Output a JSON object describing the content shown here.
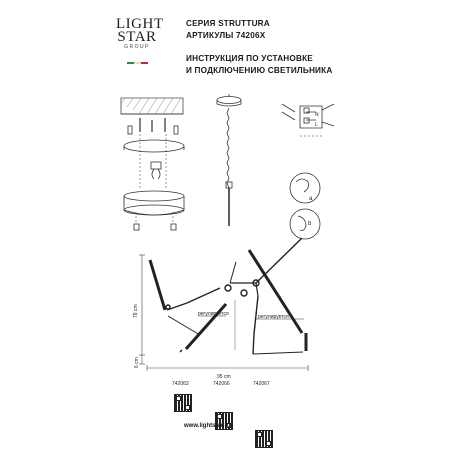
{
  "logo": {
    "line1": "LIGHT",
    "line2": "STAR",
    "group": "GROUP",
    "flag_colors": [
      "#2e8b3a",
      "#ffffff",
      "#c8262d"
    ]
  },
  "header": {
    "series": "СЕРИЯ STRUTTURA",
    "articles": "АРТИКУЛЫ 74206X",
    "instruction_line1": "ИНСТРУКЦИЯ ПО УСТАНОВКЕ",
    "instruction_line2": "И ПОДКЛЮЧЕНИЮ СВЕТИЛЬНИКА"
  },
  "wiring": {
    "n_label": "N",
    "l_label": "L"
  },
  "steps": {
    "a": "a",
    "b": "b"
  },
  "dimensions": {
    "height": "78 cm",
    "depth": "6 cm",
    "width": "95 cm"
  },
  "labels": {
    "adjustable_left": "регулируется",
    "adjustable_right": "регулируется"
  },
  "articles": [
    "742063",
    "742066",
    "742067"
  ],
  "footer": {
    "url": "www.lightstar.ru"
  }
}
